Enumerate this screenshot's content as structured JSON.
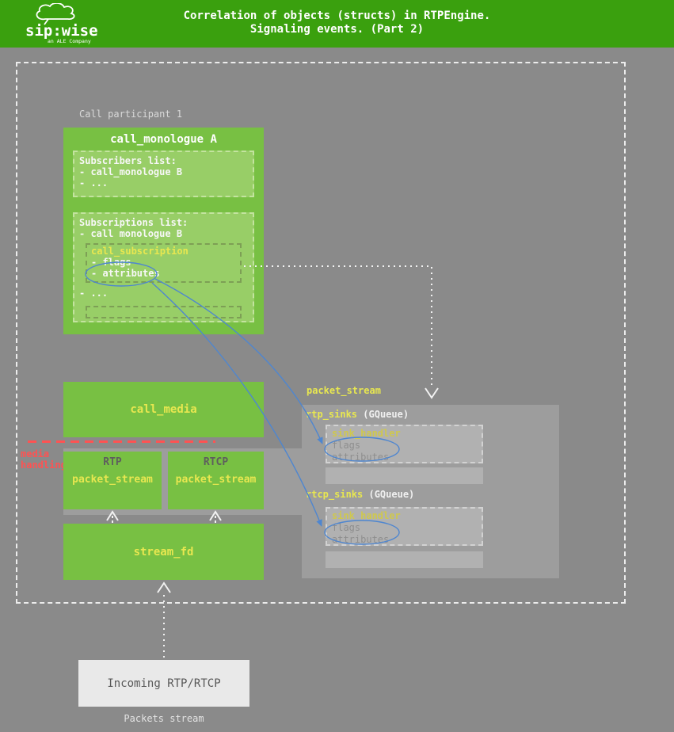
{
  "colors": {
    "header_green": "#3aa00e",
    "box_green": "#78c043",
    "inner_green": "#98ce67",
    "label_yellow": "#e8e750",
    "panel_gray": "#9d9d9d",
    "inner_gray": "#b1b1b1",
    "background_gray": "#8a8a8a",
    "accent_red": "#ff5252",
    "accent_blue": "#4e86d0"
  },
  "header": {
    "logo_text": "sip:wise",
    "logo_subtext": "an ALE Company",
    "title_line1": "Correlation of objects (structs) in RTPEngine.",
    "title_line2": "Signaling events. (Part 2)"
  },
  "diagram": {
    "participant_label": "Call participant 1",
    "call_monologue": {
      "title": "call_monologue A",
      "subscribers": {
        "title": "Subscribers list:",
        "items": [
          "- call_monologue B",
          "- ..."
        ]
      },
      "subscriptions": {
        "title": "Subscriptions list:",
        "items": [
          "- call monologue B"
        ],
        "call_subscription": {
          "title": "call_subscription",
          "flags": "- flags",
          "attributes": "- attributes"
        },
        "more": "- ..."
      }
    },
    "call_media_label": "call_media",
    "media_handling": {
      "line1": "media",
      "line2": "handling"
    },
    "rtp_stream": {
      "type_label": "RTP",
      "name": "packet_stream"
    },
    "rtcp_stream": {
      "type_label": "RTCP",
      "name": "packet_stream"
    },
    "stream_fd_label": "stream_fd",
    "packet_stream_panel": {
      "title": "packet_stream",
      "rtp_sinks_label": "rtp_sinks",
      "rtp_sinks_type": "(GQueue)",
      "rtcp_sinks_label": "rtcp_sinks",
      "rtcp_sinks_type": "(GQueue)",
      "sink_handler": {
        "title": "sink_handler",
        "flags": "flags",
        "attributes": "attributes"
      }
    },
    "incoming_label": "Incoming RTP/RTCP",
    "packets_stream_label": "Packets stream"
  }
}
